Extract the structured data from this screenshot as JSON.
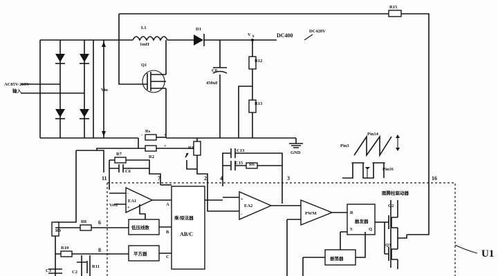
{
  "input": {
    "voltage": "AC85V-265V",
    "caption": "输入"
  },
  "labels": {
    "L1": "L1",
    "L1_val": "1mH",
    "D1": "D1",
    "Vo": "V",
    "Vo_sub": "0",
    "DC400": "DC400",
    "DC420": "DC420V",
    "R15": "R15",
    "Q1": "Q1",
    "C0": "C0",
    "C0_val": "450uF",
    "R12": "R12",
    "R13": "R13",
    "Vin": "Vin",
    "Rs": "Rs",
    "R2": "R2",
    "R3": "R3",
    "R7": "R7",
    "C6": "C6",
    "C13": "C13",
    "C15": "C15",
    "R6": "R6",
    "GND": "GND",
    "Pin14": "Pin14",
    "Pin3": "Pin3",
    "Pin16": "Pin16",
    "EA1": "EA1",
    "EA2": "EA2",
    "Vref": "Vref",
    "A": "A",
    "mul": "乘/除法器",
    "AB_C": "AB/C",
    "B": "B",
    "C": "C",
    "R9": "R9",
    "R8": "R8",
    "R10": "R10",
    "R11": "R11",
    "C2": "C2",
    "C3": "C3",
    "ff_block": "低压线数",
    "sq_block": "平方器",
    "PWM": "PWM",
    "latch_R": "R",
    "latch_S": "S",
    "latch_Q": "Q",
    "latch_name": "触发器",
    "osc": "振荡器",
    "driver": "图腾柱驱动器",
    "Q2": "Q2",
    "Q3": "Q3",
    "U1": "U1"
  },
  "pins": {
    "p11": "11",
    "p7": "7",
    "p2": "2",
    "p4": "4",
    "p3": "3",
    "p16": "16",
    "p6": "6",
    "p8": "8"
  }
}
